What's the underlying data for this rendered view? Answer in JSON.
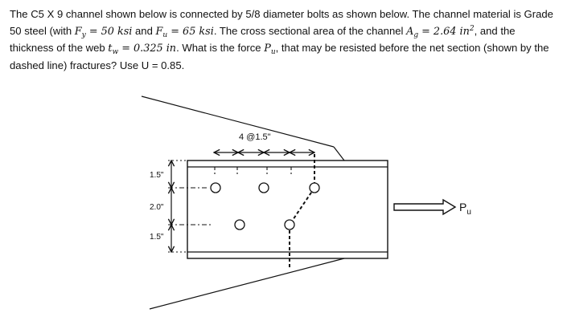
{
  "problem": {
    "s1": "The C5 X 9 channel shown below is connected by 5/8 diameter bolts as shown below. The channel material is Grade 50 steel (with ",
    "Fy_sym": "F",
    "Fy_sub": "y",
    "Fy_val": " = 50 ksi",
    "and_word": " and ",
    "Fu_sym": "F",
    "Fu_sub": "u",
    "Fu_val": " = 65 ksi",
    "s2": ". The cross sectional area of the channel ",
    "Ag_sym": "A",
    "Ag_sub": "g",
    "Ag_val": " = 2.64 in",
    "Ag_sup": "2",
    "s3": ", and the thickness of the web ",
    "tw_sym": "t",
    "tw_sub": "w",
    "tw_val": " = 0.325 in",
    "s4": ". What is the force ",
    "Pu_sym": "P",
    "Pu_sub": "u",
    "s5": ", that may be resisted before the net section (shown by the dashed line) fractures? Use U = 0.85."
  },
  "figure": {
    "spacing_label": "4 @1.5\"",
    "dim_top": "1.5\"",
    "dim_mid": "2.0\"",
    "dim_bottom": "1.5\"",
    "force_label_main": "P",
    "force_label_sub": "u"
  }
}
